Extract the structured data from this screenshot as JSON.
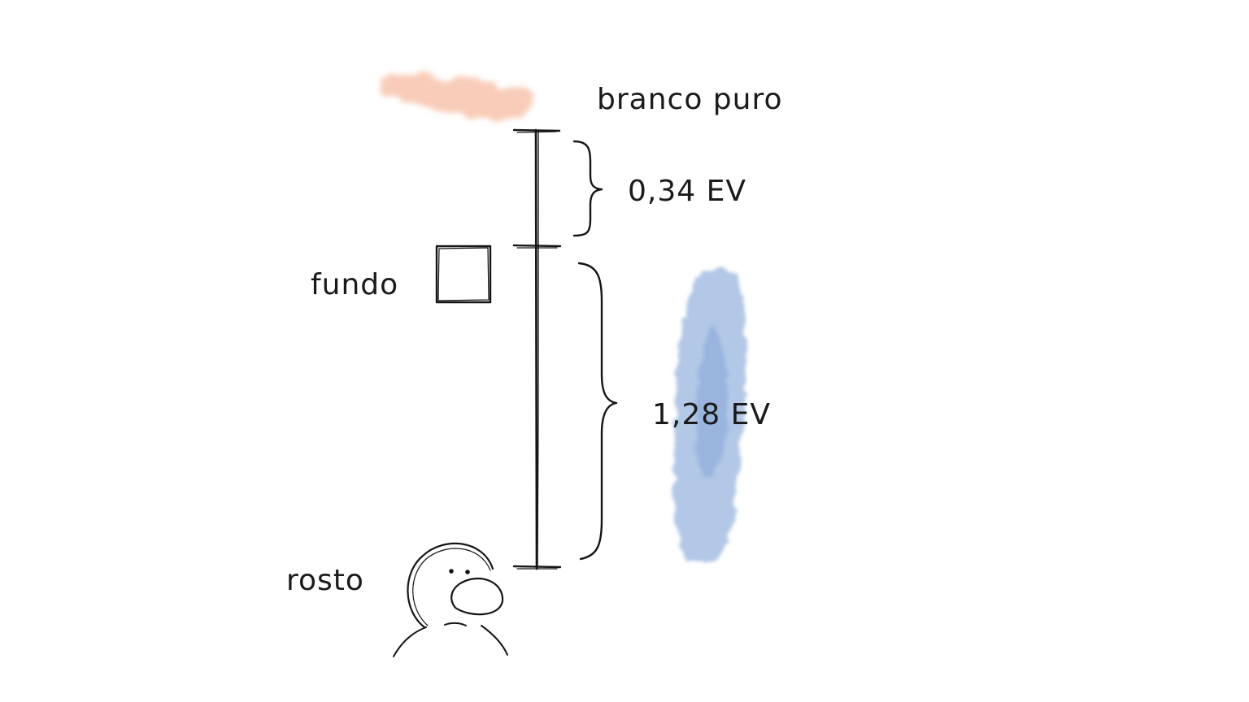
{
  "labels": {
    "top": "branco puro",
    "middle": "fundo",
    "bottom": "rosto"
  },
  "intervals": [
    {
      "text": "0,34 EV",
      "ev": 0.34,
      "from": "branco puro",
      "to": "fundo"
    },
    {
      "text": "1,28 EV",
      "ev": 1.28,
      "from": "fundo",
      "to": "rosto"
    }
  ],
  "colors": {
    "ink": "#151515",
    "orange_wash": "#f2a27e",
    "blue_wash": "#7fa3d6"
  },
  "icons": {
    "top": "orange-wash",
    "middle": "square-icon",
    "bottom": "face-icon",
    "accent": "blue-wash"
  }
}
